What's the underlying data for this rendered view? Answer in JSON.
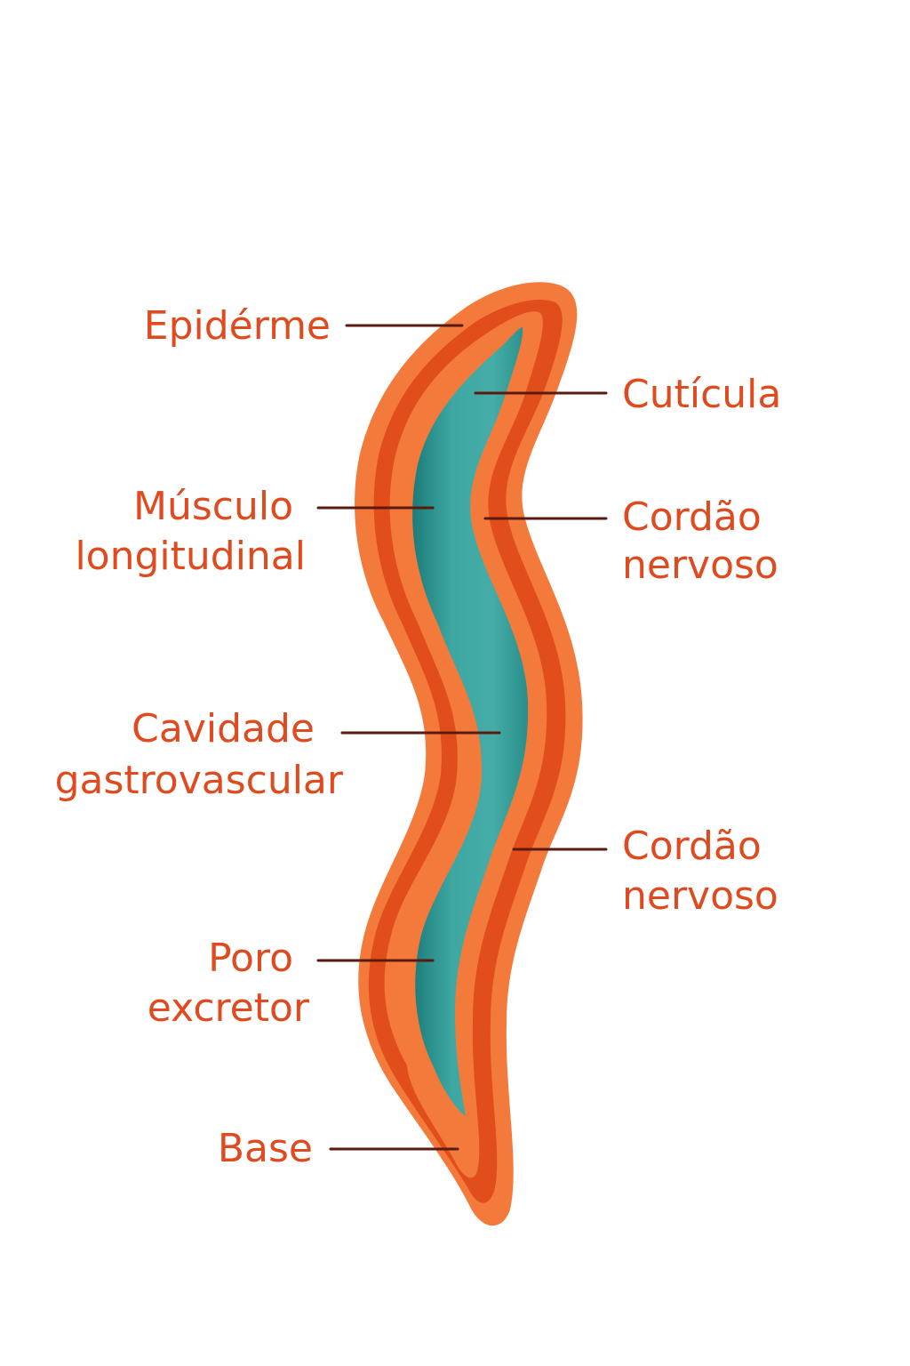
{
  "colors": {
    "background": "#ffffff",
    "label_text": "#e04a1f",
    "leader_line": "#5a1a10",
    "outer_layer": "#f47a3c",
    "middle_layer": "#e24e1b",
    "inner_muscle_layer": "#f47a3c",
    "cavity": "#3fa8a3",
    "cavity_shade": "#1c7c79"
  },
  "labels": {
    "epiderme": {
      "lines": [
        "Epidérme"
      ]
    },
    "cuticula": {
      "lines": [
        "Cutícula"
      ]
    },
    "musculo": {
      "lines": [
        "Músculo",
        "longitudinal"
      ]
    },
    "cordao1": {
      "lines": [
        "Cordão",
        "nervoso"
      ]
    },
    "cavidade": {
      "lines": [
        "Cavidade",
        "gastrovascular"
      ]
    },
    "cordao2": {
      "lines": [
        "Cordão",
        "nervoso"
      ]
    },
    "poro": {
      "lines": [
        "Poro",
        "excretor"
      ]
    },
    "base": {
      "lines": [
        "Base"
      ]
    }
  }
}
